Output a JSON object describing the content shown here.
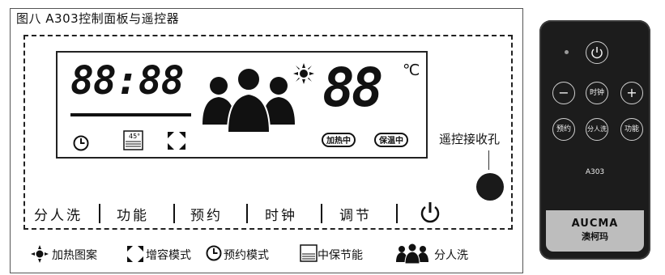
{
  "title": "图八  A303控制面板与遥控器",
  "display": {
    "clock": "88:88",
    "temperature": "88",
    "unit": "℃",
    "badge_heating": "加热中",
    "badge_keepwarm": "保温中"
  },
  "receiver_label": "遥控接收孔",
  "panel_buttons": [
    "分人洗",
    "功能",
    "预约",
    "时钟",
    "调节"
  ],
  "legend": {
    "heating": "加热图案",
    "capacity": "增容模式",
    "reserve": "预约模式",
    "eco": "中保节能",
    "split_wash": "分人洗"
  },
  "eco_icon_text": "45°",
  "remote": {
    "minus": "−",
    "clock": "时钟",
    "plus": "+",
    "reserve": "预约",
    "split": "分人洗",
    "function": "功能",
    "model": "A303",
    "brand_en": "AUCMA",
    "brand_cn": "澳柯玛"
  },
  "colors": {
    "ink": "#111111",
    "remote_body": "#1c1c1c",
    "remote_plate": "#bdbdbd"
  }
}
